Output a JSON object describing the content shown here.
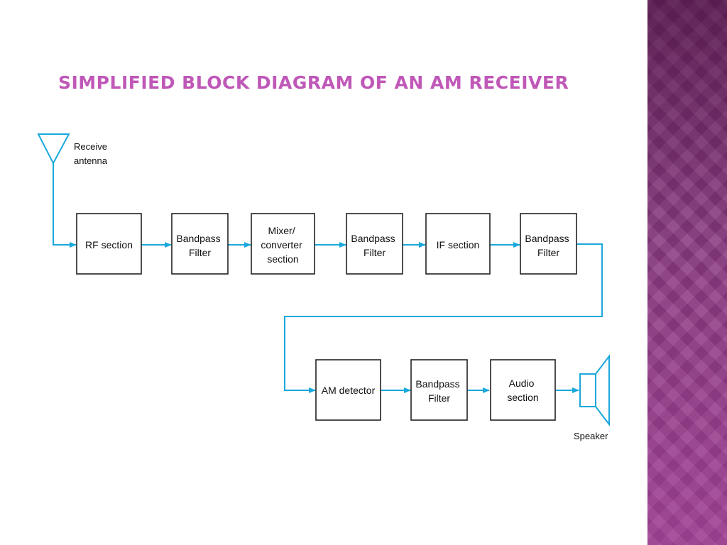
{
  "slide": {
    "title": "Simplified Block Diagram of an AM Receiver",
    "colors": {
      "title": "#c058b8",
      "wire": "#1aa8dc",
      "sidebar": "#8a3a82"
    }
  },
  "diagram": {
    "antenna_label": [
      "Receive",
      "antenna"
    ],
    "speaker_label": "Speaker",
    "blocks": {
      "rf": [
        "RF section"
      ],
      "bpf1": [
        "Bandpass",
        "Filter"
      ],
      "mixer": [
        "Mixer/",
        "converter",
        "section"
      ],
      "bpf2": [
        "Bandpass",
        "Filter"
      ],
      "if": [
        "IF section"
      ],
      "bpf3": [
        "Bandpass",
        "Filter"
      ],
      "am_detector": [
        "AM detector"
      ],
      "bpf4": [
        "Bandpass",
        "Filter"
      ],
      "audio": [
        "Audio",
        "section"
      ]
    }
  }
}
